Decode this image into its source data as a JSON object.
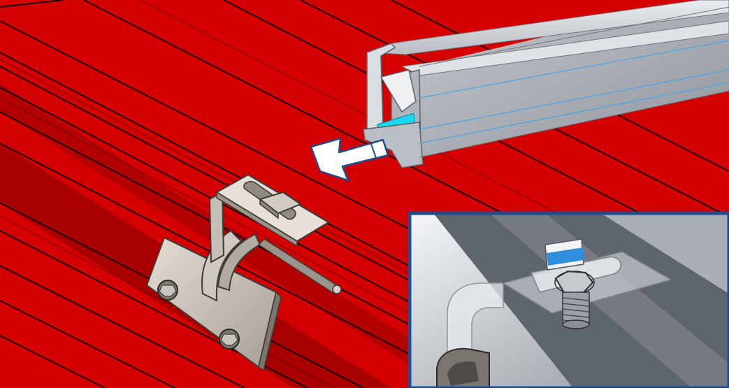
{
  "scene": {
    "description_text": "",
    "colors": {
      "roof": "#d40000",
      "roof_dark": "#a80000",
      "roof_line": "#1a0000",
      "rail": "#c9cdd3",
      "rail_shadow": "#8e939a",
      "cyan_highlight": "#18d8f2",
      "arrow_fill": "#ffffff",
      "arrow_stroke": "#1f4e8c",
      "inset_border": "#1f4e8c",
      "bracket": "#b8b2aa",
      "bolt_blue": "#2f8fdc"
    },
    "elements": {
      "roof_panel": "corrugated-roof",
      "rail": "aluminum-mounting-rail",
      "arrow": "slide-direction-arrow",
      "bracket": "roof-hook-bracket",
      "inset": "detail-inset-bolt"
    }
  }
}
